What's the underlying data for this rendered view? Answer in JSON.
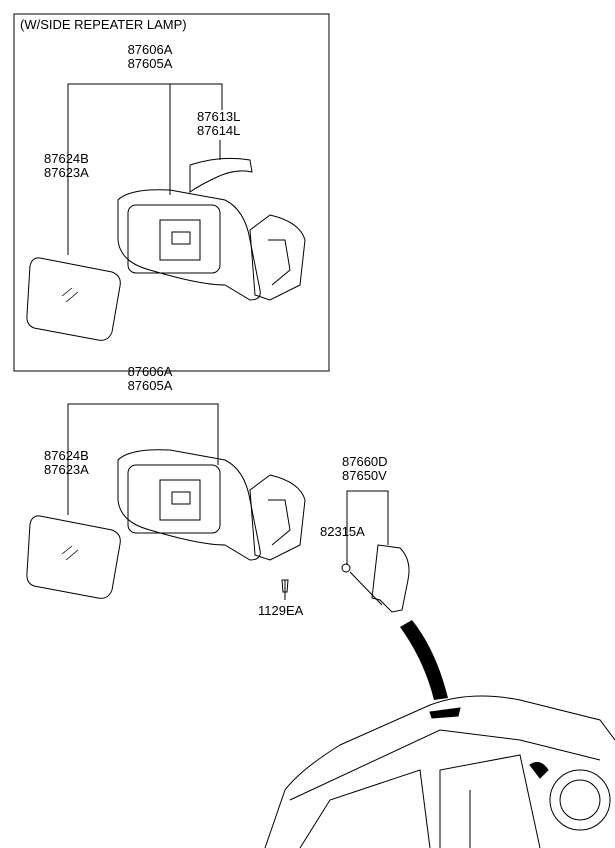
{
  "upper_section": {
    "title": "(W/SIDE REPEATER LAMP)",
    "mirror_assy": [
      "87606A",
      "87605A"
    ],
    "repeater_lamp": [
      "87613L",
      "87614L"
    ],
    "mirror_glass": [
      "87624B",
      "87623A"
    ]
  },
  "lower_section": {
    "mirror_assy": [
      "87606A",
      "87605A"
    ],
    "mirror_glass": [
      "87624B",
      "87623A"
    ],
    "cover": [
      "87660D",
      "87650V"
    ],
    "clip": "82315A",
    "screw": "1129EA"
  }
}
